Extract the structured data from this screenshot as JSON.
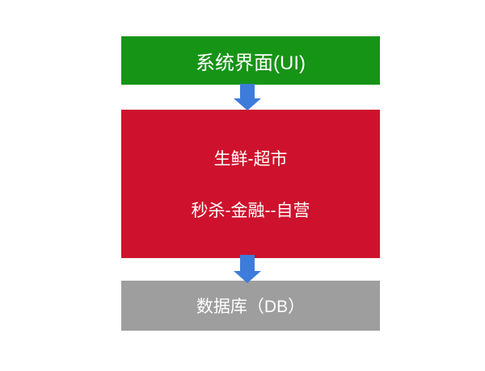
{
  "diagram": {
    "background_color": "#ffffff",
    "text_color": "#ffffff",
    "arrow_color": "#3E7CDB",
    "ui_box": {
      "label": "系统界面(UI)",
      "color": "#169416"
    },
    "middle_box": {
      "line1": "生鲜-超市",
      "line2": "秒杀-金融--自营",
      "color": "#CE122D"
    },
    "db_box": {
      "label": "数据库（DB）",
      "color": "#9E9E9E"
    }
  }
}
